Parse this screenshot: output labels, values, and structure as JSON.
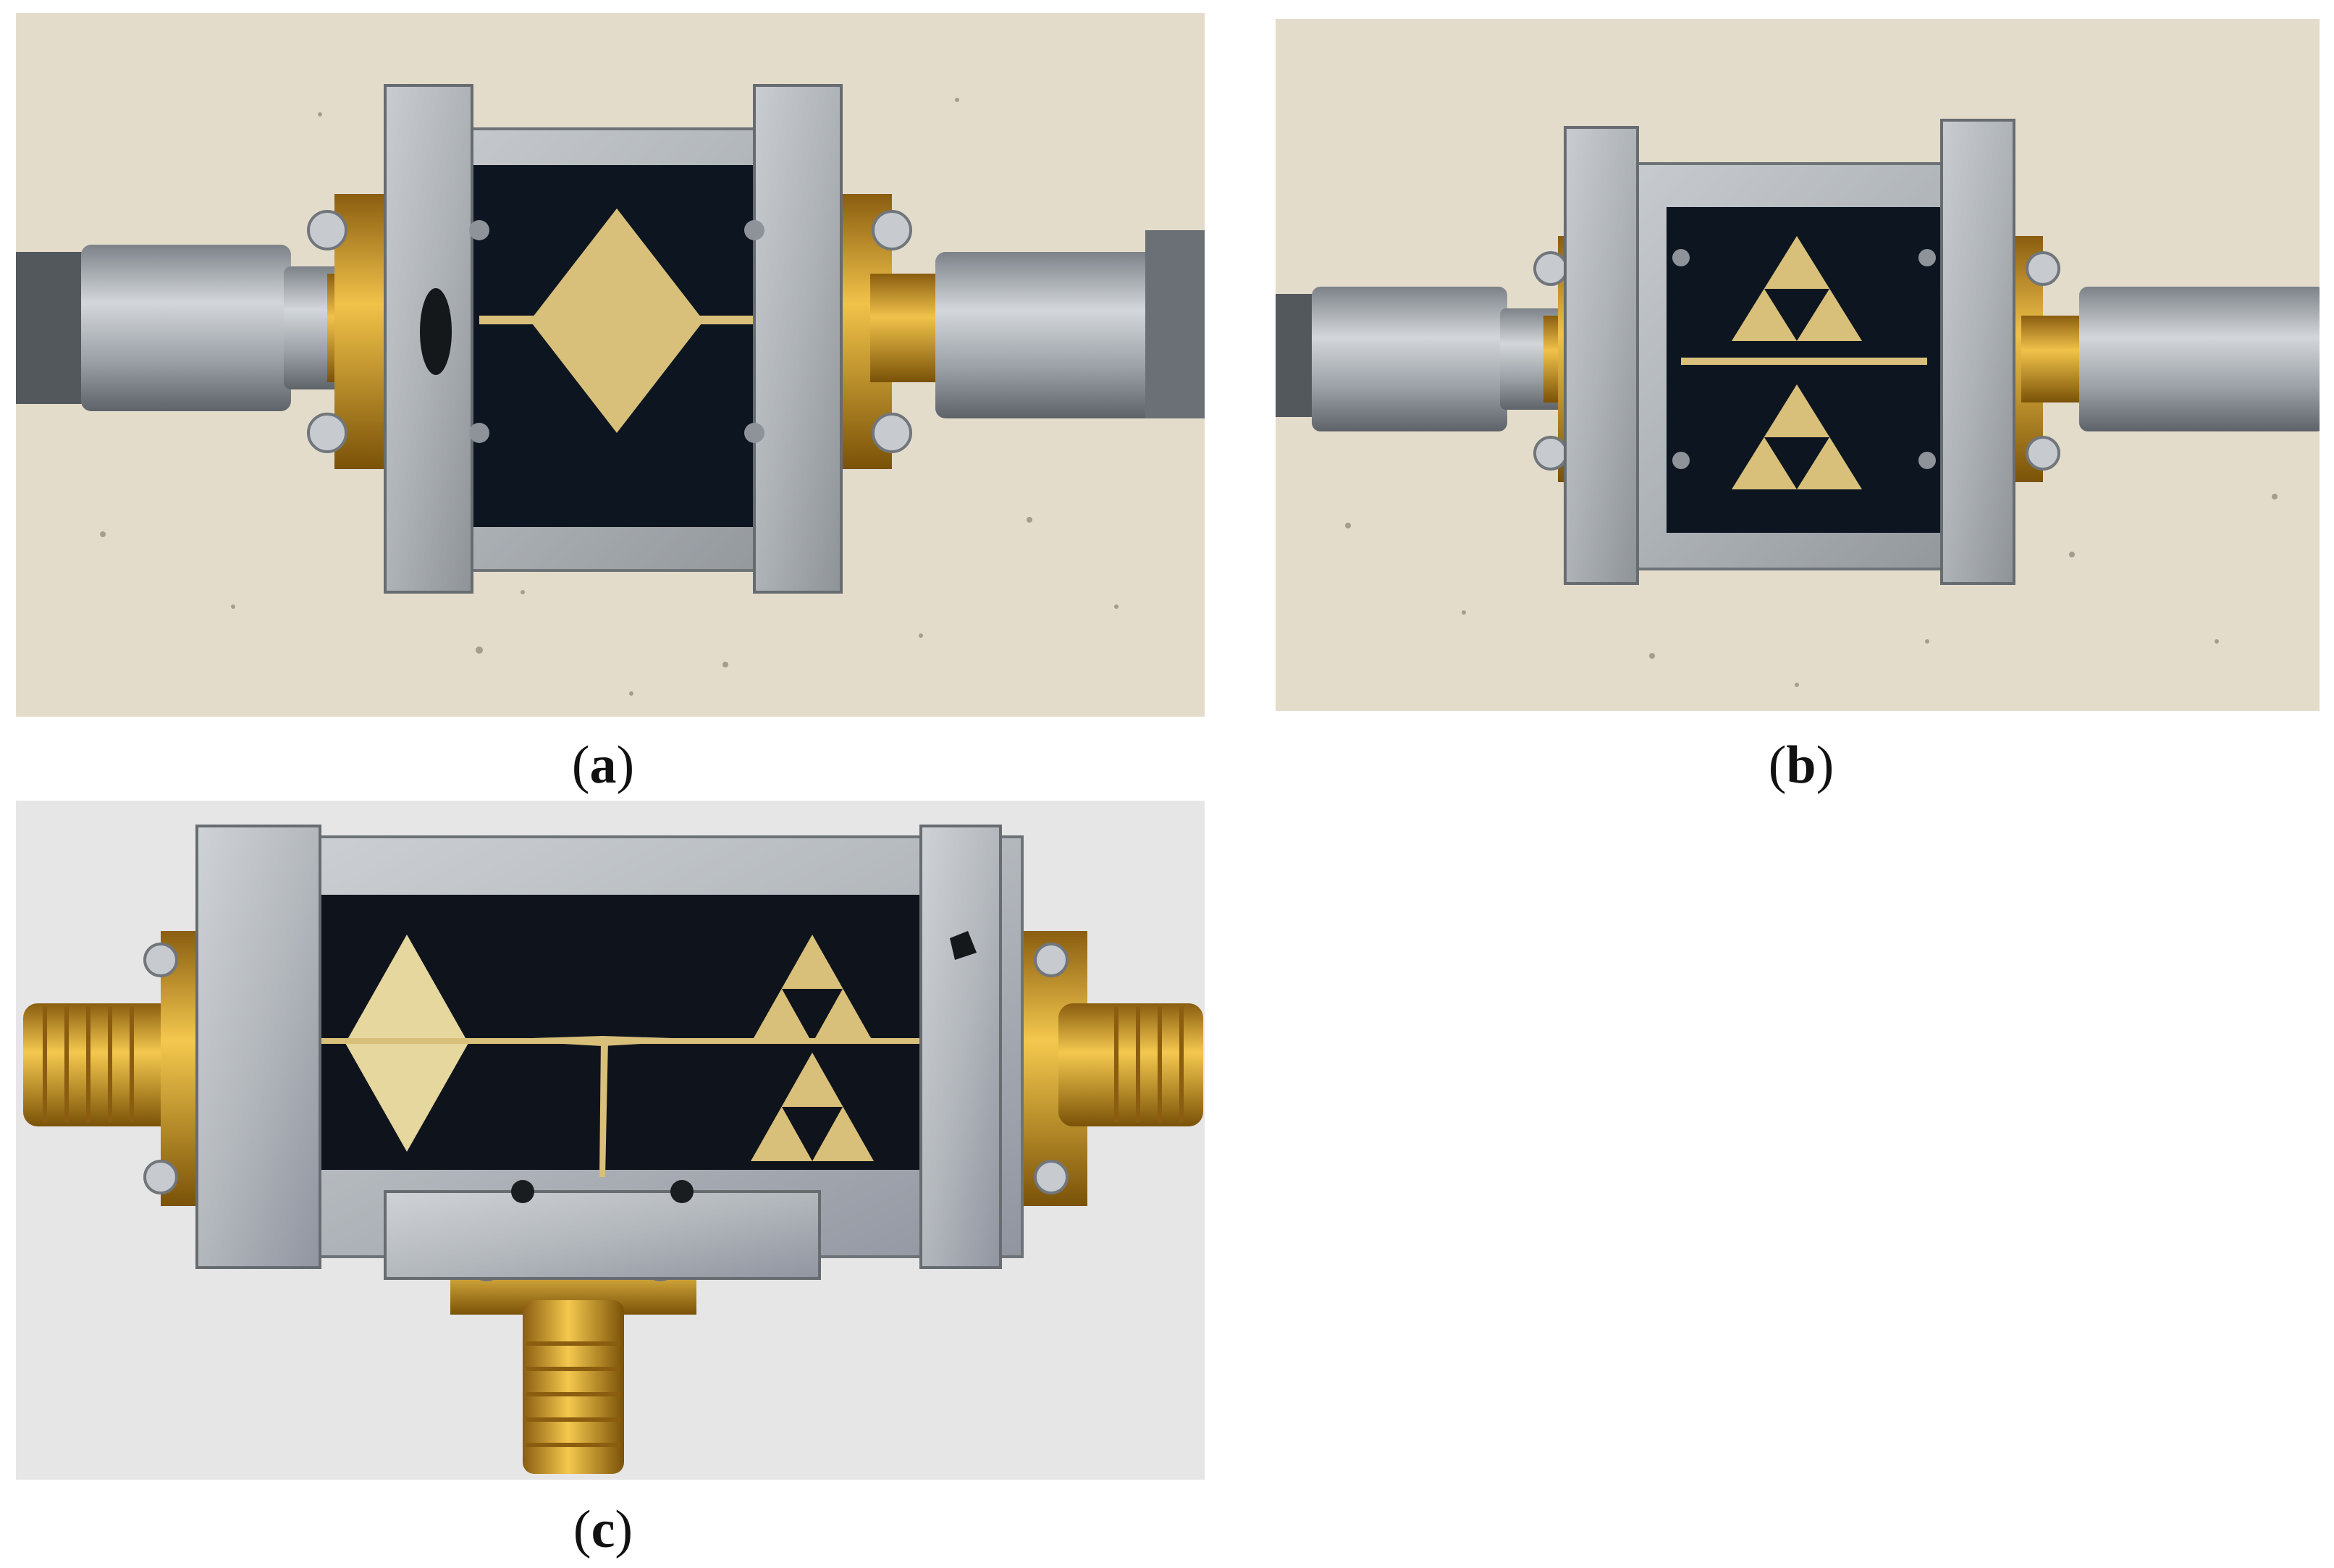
{
  "figure": {
    "panels": [
      {
        "id": "a",
        "caption_open": "(",
        "caption_letter": "a",
        "caption_close": ")"
      },
      {
        "id": "b",
        "caption_open": "(",
        "caption_letter": "b",
        "caption_close": ")"
      },
      {
        "id": "c",
        "caption_open": "(",
        "caption_letter": "c",
        "caption_close": ")"
      }
    ]
  },
  "colors": {
    "wall": "#e3dccb",
    "wall_speck": "#6f6a60",
    "grey_background": "#e6e6e6",
    "aluminium": "#b8bdc2",
    "aluminium_dark": "#8e9499",
    "substrate": "#0d1620",
    "gold": "#d9c07a",
    "brass": "#d4a22a",
    "steel": "#a7adb3"
  }
}
